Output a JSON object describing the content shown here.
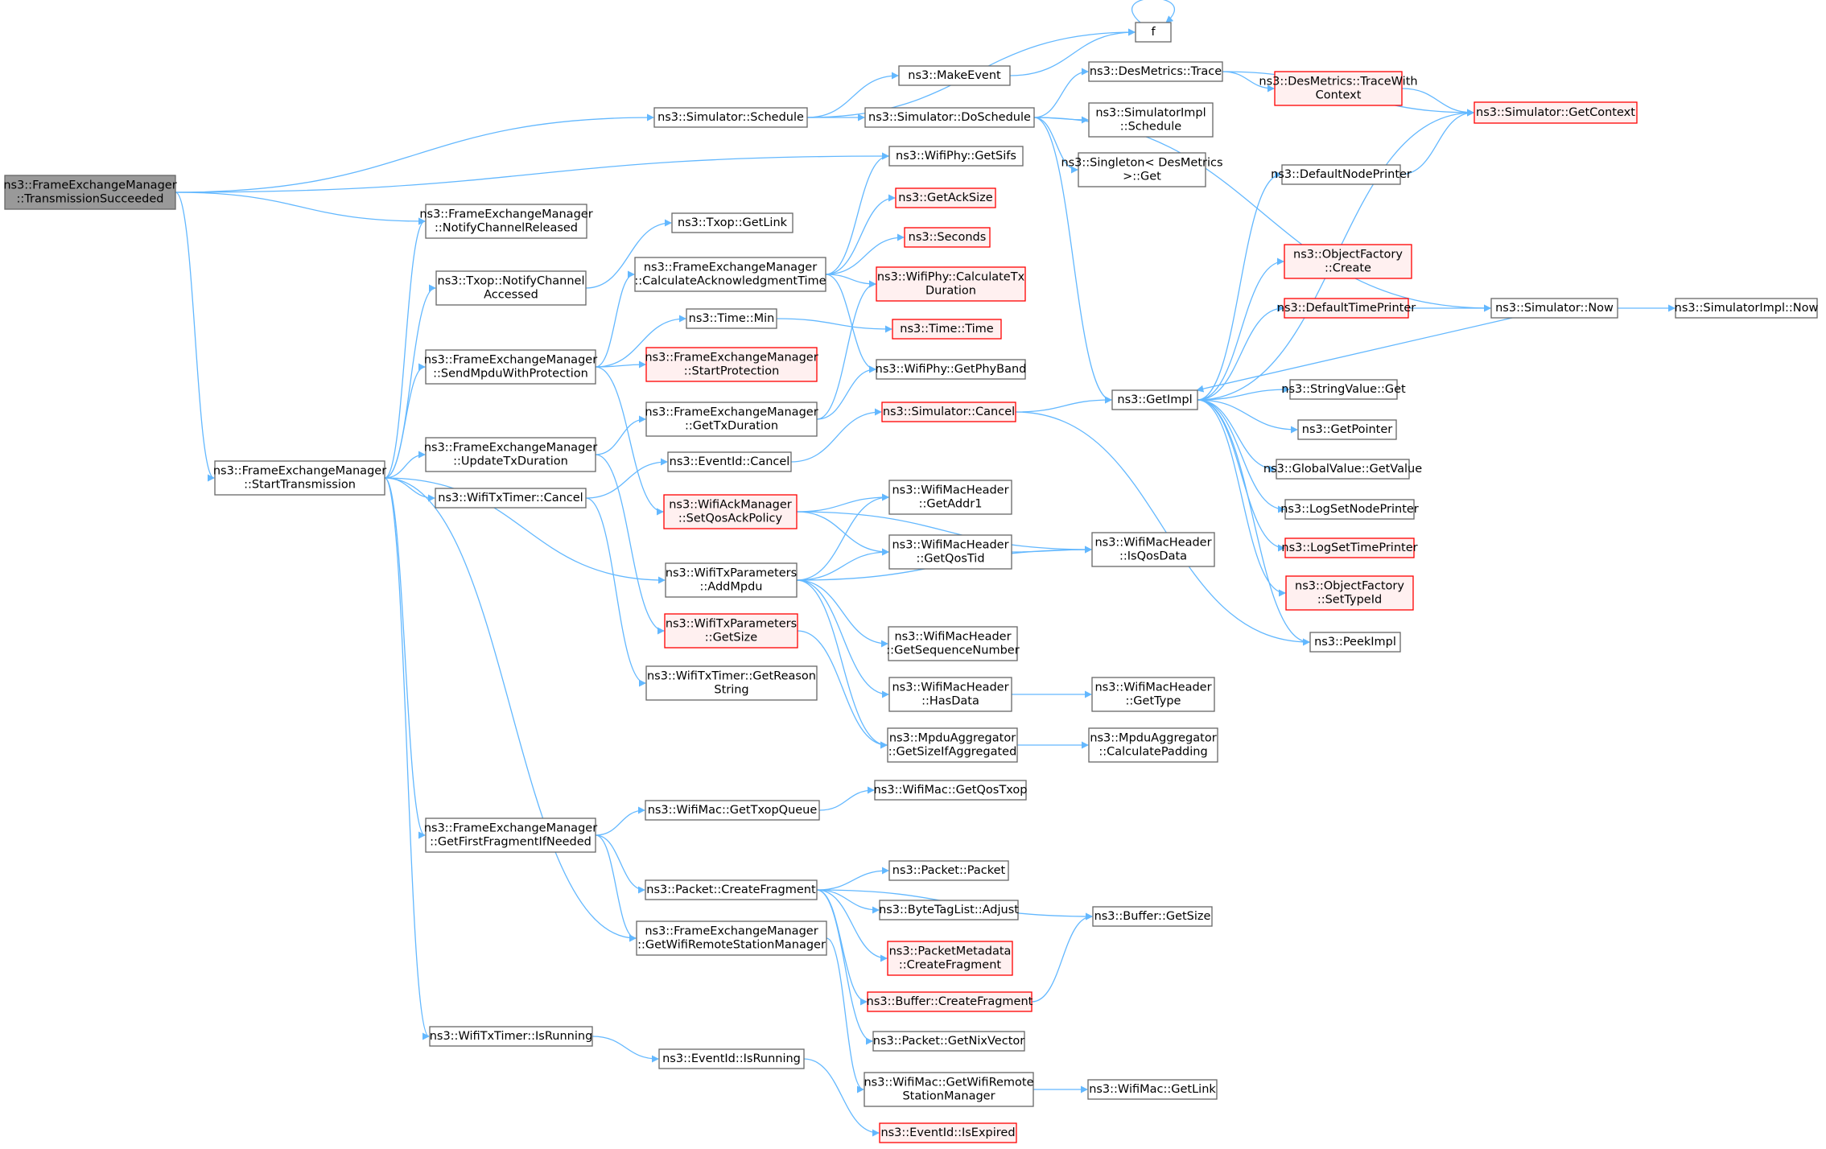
{
  "colors": {
    "edge": "#63b8ff",
    "node_border": "#666666",
    "missing_border": "#ff0000",
    "root_fill": "#999999"
  },
  "nodes": [
    {
      "id": "root",
      "lines": [
        "ns3::FrameExchangeManager",
        "::TransmissionSucceeded"
      ],
      "kind": "root"
    },
    {
      "id": "f",
      "lines": [
        "f"
      ],
      "kind": "plain"
    },
    {
      "id": "makeEvent",
      "lines": [
        "ns3::MakeEvent"
      ],
      "kind": "plain"
    },
    {
      "id": "schedule",
      "lines": [
        "ns3::Simulator::Schedule"
      ],
      "kind": "plain"
    },
    {
      "id": "doSchedule",
      "lines": [
        "ns3::Simulator::DoSchedule"
      ],
      "kind": "plain"
    },
    {
      "id": "desTrace",
      "lines": [
        "ns3::DesMetrics::Trace"
      ],
      "kind": "plain"
    },
    {
      "id": "desTraceCtx",
      "lines": [
        "ns3::DesMetrics::TraceWith",
        "Context"
      ],
      "kind": "red"
    },
    {
      "id": "getContext",
      "lines": [
        "ns3::Simulator::GetContext"
      ],
      "kind": "red"
    },
    {
      "id": "simImplSchedule",
      "lines": [
        "ns3::SimulatorImpl",
        "::Schedule"
      ],
      "kind": "plain"
    },
    {
      "id": "singletonGet",
      "lines": [
        "ns3::Singleton< DesMetrics",
        ">::Get"
      ],
      "kind": "plain"
    },
    {
      "id": "getSifs",
      "lines": [
        "ns3::WifiPhy::GetSifs"
      ],
      "kind": "plain"
    },
    {
      "id": "notifyChanRel",
      "lines": [
        "ns3::FrameExchangeManager",
        "::NotifyChannelReleased"
      ],
      "kind": "plain"
    },
    {
      "id": "txopGetLink",
      "lines": [
        "ns3::Txop::GetLink"
      ],
      "kind": "plain"
    },
    {
      "id": "txopNotify",
      "lines": [
        "ns3::Txop::NotifyChannel",
        "Accessed"
      ],
      "kind": "plain"
    },
    {
      "id": "getAckSize",
      "lines": [
        "ns3::GetAckSize"
      ],
      "kind": "red"
    },
    {
      "id": "seconds",
      "lines": [
        "ns3::Seconds"
      ],
      "kind": "red"
    },
    {
      "id": "calcAck",
      "lines": [
        "ns3::FrameExchangeManager",
        "::CalculateAcknowledgmentTime"
      ],
      "kind": "plain"
    },
    {
      "id": "calcTxDur",
      "lines": [
        "ns3::WifiPhy::CalculateTx",
        "Duration"
      ],
      "kind": "red"
    },
    {
      "id": "timeMin",
      "lines": [
        "ns3::Time::Min"
      ],
      "kind": "plain"
    },
    {
      "id": "timeTime",
      "lines": [
        "ns3::Time::Time"
      ],
      "kind": "red"
    },
    {
      "id": "sendMpdu",
      "lines": [
        "ns3::FrameExchangeManager",
        "::SendMpduWithProtection"
      ],
      "kind": "plain"
    },
    {
      "id": "startProt",
      "lines": [
        "ns3::FrameExchangeManager",
        "::StartProtection"
      ],
      "kind": "red"
    },
    {
      "id": "getPhyBand",
      "lines": [
        "ns3::WifiPhy::GetPhyBand"
      ],
      "kind": "plain"
    },
    {
      "id": "getTxDur",
      "lines": [
        "ns3::FrameExchangeManager",
        "::GetTxDuration"
      ],
      "kind": "plain"
    },
    {
      "id": "simCancel",
      "lines": [
        "ns3::Simulator::Cancel"
      ],
      "kind": "red"
    },
    {
      "id": "getImpl",
      "lines": [
        "ns3::GetImpl"
      ],
      "kind": "plain"
    },
    {
      "id": "defNodePrinter",
      "lines": [
        "ns3::DefaultNodePrinter"
      ],
      "kind": "plain"
    },
    {
      "id": "objFactCreate",
      "lines": [
        "ns3::ObjectFactory",
        "::Create"
      ],
      "kind": "red"
    },
    {
      "id": "defTimePrinter",
      "lines": [
        "ns3::DefaultTimePrinter"
      ],
      "kind": "red"
    },
    {
      "id": "simNow",
      "lines": [
        "ns3::Simulator::Now"
      ],
      "kind": "plain"
    },
    {
      "id": "simImplNow",
      "lines": [
        "ns3::SimulatorImpl::Now"
      ],
      "kind": "plain"
    },
    {
      "id": "stringValueGet",
      "lines": [
        "ns3::StringValue::Get"
      ],
      "kind": "plain"
    },
    {
      "id": "getPointer",
      "lines": [
        "ns3::GetPointer"
      ],
      "kind": "plain"
    },
    {
      "id": "globalValue",
      "lines": [
        "ns3::GlobalValue::GetValue"
      ],
      "kind": "plain"
    },
    {
      "id": "logSetNode",
      "lines": [
        "ns3::LogSetNodePrinter"
      ],
      "kind": "plain"
    },
    {
      "id": "logSetTime",
      "lines": [
        "ns3::LogSetTimePrinter"
      ],
      "kind": "red"
    },
    {
      "id": "objFactSetType",
      "lines": [
        "ns3::ObjectFactory",
        "::SetTypeId"
      ],
      "kind": "red"
    },
    {
      "id": "peekImpl",
      "lines": [
        "ns3::PeekImpl"
      ],
      "kind": "plain"
    },
    {
      "id": "startTx",
      "lines": [
        "ns3::FrameExchangeManager",
        "::StartTransmission"
      ],
      "kind": "plain"
    },
    {
      "id": "updateTxDur",
      "lines": [
        "ns3::FrameExchangeManager",
        "::UpdateTxDuration"
      ],
      "kind": "plain"
    },
    {
      "id": "eventCancel",
      "lines": [
        "ns3::EventId::Cancel"
      ],
      "kind": "plain"
    },
    {
      "id": "timerCancel",
      "lines": [
        "ns3::WifiTxTimer::Cancel"
      ],
      "kind": "plain"
    },
    {
      "id": "setQosAck",
      "lines": [
        "ns3::WifiAckManager",
        "::SetQosAckPolicy"
      ],
      "kind": "red"
    },
    {
      "id": "getAddr1",
      "lines": [
        "ns3::WifiMacHeader",
        "::GetAddr1"
      ],
      "kind": "plain"
    },
    {
      "id": "getQosTid",
      "lines": [
        "ns3::WifiMacHeader",
        "::GetQosTid"
      ],
      "kind": "plain"
    },
    {
      "id": "isQosData",
      "lines": [
        "ns3::WifiMacHeader",
        "::IsQosData"
      ],
      "kind": "plain"
    },
    {
      "id": "addMpdu",
      "lines": [
        "ns3::WifiTxParameters",
        "::AddMpdu"
      ],
      "kind": "plain"
    },
    {
      "id": "paramsGetSize",
      "lines": [
        "ns3::WifiTxParameters",
        "::GetSize"
      ],
      "kind": "red"
    },
    {
      "id": "getSeqNum",
      "lines": [
        "ns3::WifiMacHeader",
        "::GetSequenceNumber"
      ],
      "kind": "plain"
    },
    {
      "id": "hasData",
      "lines": [
        "ns3::WifiMacHeader",
        "::HasData"
      ],
      "kind": "plain"
    },
    {
      "id": "getType",
      "lines": [
        "ns3::WifiMacHeader",
        "::GetType"
      ],
      "kind": "plain"
    },
    {
      "id": "getReason",
      "lines": [
        "ns3::WifiTxTimer::GetReason",
        "String"
      ],
      "kind": "plain"
    },
    {
      "id": "sizeIfAgg",
      "lines": [
        "ns3::MpduAggregator",
        "::GetSizeIfAggregated"
      ],
      "kind": "plain"
    },
    {
      "id": "calcPadding",
      "lines": [
        "ns3::MpduAggregator",
        "::CalculatePadding"
      ],
      "kind": "plain"
    },
    {
      "id": "getQosTxop",
      "lines": [
        "ns3::WifiMac::GetQosTxop"
      ],
      "kind": "plain"
    },
    {
      "id": "getTxopQueue",
      "lines": [
        "ns3::WifiMac::GetTxopQueue"
      ],
      "kind": "plain"
    },
    {
      "id": "getFirstFrag",
      "lines": [
        "ns3::FrameExchangeManager",
        "::GetFirstFragmentIfNeeded"
      ],
      "kind": "plain"
    },
    {
      "id": "packetPacket",
      "lines": [
        "ns3::Packet::Packet"
      ],
      "kind": "plain"
    },
    {
      "id": "createFrag",
      "lines": [
        "ns3::Packet::CreateFragment"
      ],
      "kind": "plain"
    },
    {
      "id": "byteTagAdjust",
      "lines": [
        "ns3::ByteTagList::Adjust"
      ],
      "kind": "plain"
    },
    {
      "id": "bufferGetSize",
      "lines": [
        "ns3::Buffer::GetSize"
      ],
      "kind": "plain"
    },
    {
      "id": "getWifiRSM",
      "lines": [
        "ns3::FrameExchangeManager",
        "::GetWifiRemoteStationManager"
      ],
      "kind": "plain"
    },
    {
      "id": "pktMetaFrag",
      "lines": [
        "ns3::PacketMetadata",
        "::CreateFragment"
      ],
      "kind": "red"
    },
    {
      "id": "bufferFrag",
      "lines": [
        "ns3::Buffer::CreateFragment"
      ],
      "kind": "red"
    },
    {
      "id": "getNixVector",
      "lines": [
        "ns3::Packet::GetNixVector"
      ],
      "kind": "plain"
    },
    {
      "id": "timerIsRunning",
      "lines": [
        "ns3::WifiTxTimer::IsRunning"
      ],
      "kind": "plain"
    },
    {
      "id": "eventIsRunning",
      "lines": [
        "ns3::EventId::IsRunning"
      ],
      "kind": "plain"
    },
    {
      "id": "macGetRSM",
      "lines": [
        "ns3::WifiMac::GetWifiRemote",
        "StationManager"
      ],
      "kind": "plain"
    },
    {
      "id": "macGetLink",
      "lines": [
        "ns3::WifiMac::GetLink"
      ],
      "kind": "plain"
    },
    {
      "id": "isExpired",
      "lines": [
        "ns3::EventId::IsExpired"
      ],
      "kind": "red"
    }
  ],
  "edges": [
    [
      "root",
      "schedule"
    ],
    [
      "root",
      "getSifs"
    ],
    [
      "root",
      "notifyChanRel"
    ],
    [
      "root",
      "startTx"
    ],
    [
      "schedule",
      "f"
    ],
    [
      "schedule",
      "makeEvent"
    ],
    [
      "schedule",
      "doSchedule"
    ],
    [
      "makeEvent",
      "f"
    ],
    [
      "f",
      "f"
    ],
    [
      "doSchedule",
      "desTrace"
    ],
    [
      "doSchedule",
      "simImplSchedule"
    ],
    [
      "doSchedule",
      "singletonGet"
    ],
    [
      "doSchedule",
      "getImpl"
    ],
    [
      "doSchedule",
      "simNow"
    ],
    [
      "desTrace",
      "desTraceCtx"
    ],
    [
      "desTrace",
      "getContext"
    ],
    [
      "desTraceCtx",
      "getContext"
    ],
    [
      "txopNotify",
      "txopGetLink"
    ],
    [
      "calcAck",
      "getSifs"
    ],
    [
      "calcAck",
      "getAckSize"
    ],
    [
      "calcAck",
      "seconds"
    ],
    [
      "calcAck",
      "calcTxDur"
    ],
    [
      "calcAck",
      "getPhyBand"
    ],
    [
      "sendMpdu",
      "calcAck"
    ],
    [
      "sendMpdu",
      "timeMin"
    ],
    [
      "sendMpdu",
      "startProt"
    ],
    [
      "sendMpdu",
      "setQosAck"
    ],
    [
      "timeMin",
      "timeTime"
    ],
    [
      "getTxDur",
      "calcTxDur"
    ],
    [
      "getTxDur",
      "getPhyBand"
    ],
    [
      "simCancel",
      "getImpl"
    ],
    [
      "simCancel",
      "peekImpl"
    ],
    [
      "getImpl",
      "getContext"
    ],
    [
      "getImpl",
      "defNodePrinter"
    ],
    [
      "getImpl",
      "objFactCreate"
    ],
    [
      "getImpl",
      "defTimePrinter"
    ],
    [
      "getImpl",
      "stringValueGet"
    ],
    [
      "getImpl",
      "getPointer"
    ],
    [
      "getImpl",
      "globalValue"
    ],
    [
      "getImpl",
      "logSetNode"
    ],
    [
      "getImpl",
      "logSetTime"
    ],
    [
      "getImpl",
      "objFactSetType"
    ],
    [
      "getImpl",
      "peekImpl"
    ],
    [
      "defNodePrinter",
      "getContext"
    ],
    [
      "defTimePrinter",
      "simNow"
    ],
    [
      "simNow",
      "simImplNow"
    ],
    [
      "simNow",
      "getImpl"
    ],
    [
      "startTx",
      "notifyChanRel"
    ],
    [
      "startTx",
      "txopNotify"
    ],
    [
      "startTx",
      "sendMpdu"
    ],
    [
      "startTx",
      "updateTxDur"
    ],
    [
      "startTx",
      "timerCancel"
    ],
    [
      "startTx",
      "addMpdu"
    ],
    [
      "startTx",
      "getFirstFrag"
    ],
    [
      "startTx",
      "getWifiRSM"
    ],
    [
      "startTx",
      "timerIsRunning"
    ],
    [
      "updateTxDur",
      "getTxDur"
    ],
    [
      "updateTxDur",
      "paramsGetSize"
    ],
    [
      "timerCancel",
      "eventCancel"
    ],
    [
      "timerCancel",
      "getReason"
    ],
    [
      "eventCancel",
      "simCancel"
    ],
    [
      "setQosAck",
      "getAddr1"
    ],
    [
      "setQosAck",
      "getQosTid"
    ],
    [
      "setQosAck",
      "isQosData"
    ],
    [
      "getQosTid",
      "isQosData"
    ],
    [
      "addMpdu",
      "getAddr1"
    ],
    [
      "addMpdu",
      "getQosTid"
    ],
    [
      "addMpdu",
      "isQosData"
    ],
    [
      "addMpdu",
      "getSeqNum"
    ],
    [
      "addMpdu",
      "hasData"
    ],
    [
      "addMpdu",
      "sizeIfAgg"
    ],
    [
      "hasData",
      "getType"
    ],
    [
      "paramsGetSize",
      "sizeIfAgg"
    ],
    [
      "sizeIfAgg",
      "calcPadding"
    ],
    [
      "getTxopQueue",
      "getQosTxop"
    ],
    [
      "getFirstFrag",
      "getTxopQueue"
    ],
    [
      "getFirstFrag",
      "createFrag"
    ],
    [
      "getFirstFrag",
      "getWifiRSM"
    ],
    [
      "createFrag",
      "packetPacket"
    ],
    [
      "createFrag",
      "byteTagAdjust"
    ],
    [
      "createFrag",
      "bufferGetSize"
    ],
    [
      "createFrag",
      "pktMetaFrag"
    ],
    [
      "createFrag",
      "bufferFrag"
    ],
    [
      "createFrag",
      "getNixVector"
    ],
    [
      "bufferFrag",
      "bufferGetSize"
    ],
    [
      "getWifiRSM",
      "macGetRSM"
    ],
    [
      "macGetRSM",
      "macGetLink"
    ],
    [
      "timerIsRunning",
      "eventIsRunning"
    ],
    [
      "eventIsRunning",
      "isExpired"
    ]
  ]
}
